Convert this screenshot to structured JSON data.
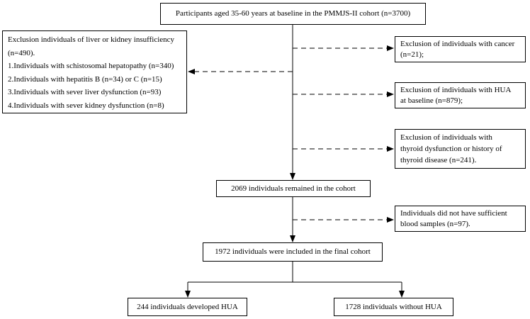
{
  "top": {
    "text": "Participants aged 35-60 years at baseline in the PMMJS-II cohort (n=3700)"
  },
  "exclusion_left": {
    "lines": [
      "Exclusion individuals of liver or kidney insufficiency",
      "(n=490).",
      "1.Individuals with schistosomal hepatopathy (n=340)",
      "2.Individuals with hepatitis B (n=34) or C (n=15)",
      "3.Individuals with sever liver dysfunction (n=93)",
      "4.Individuals with sever kidney dysfunction (n=8)"
    ]
  },
  "exclusion_cancer": {
    "lines": [
      "Exclusion of individuals with cancer",
      "(n=21);"
    ]
  },
  "exclusion_hua": {
    "lines": [
      "Exclusion of individuals with HUA",
      "at baseline (n=879);"
    ]
  },
  "exclusion_thyroid": {
    "lines": [
      "Exclusion of individuals with",
      "thyroid dysfunction or history of",
      "thyroid disease (n=241)."
    ]
  },
  "remained": {
    "text": "2069 individuals remained in the cohort"
  },
  "blood": {
    "lines": [
      "Individuals did not have sufficient",
      "blood samples (n=97)."
    ]
  },
  "final": {
    "text": "1972 individuals were included in the final cohort"
  },
  "developed": {
    "text": "244 individuals developed HUA"
  },
  "without": {
    "text": "1728 individuals without HUA"
  }
}
